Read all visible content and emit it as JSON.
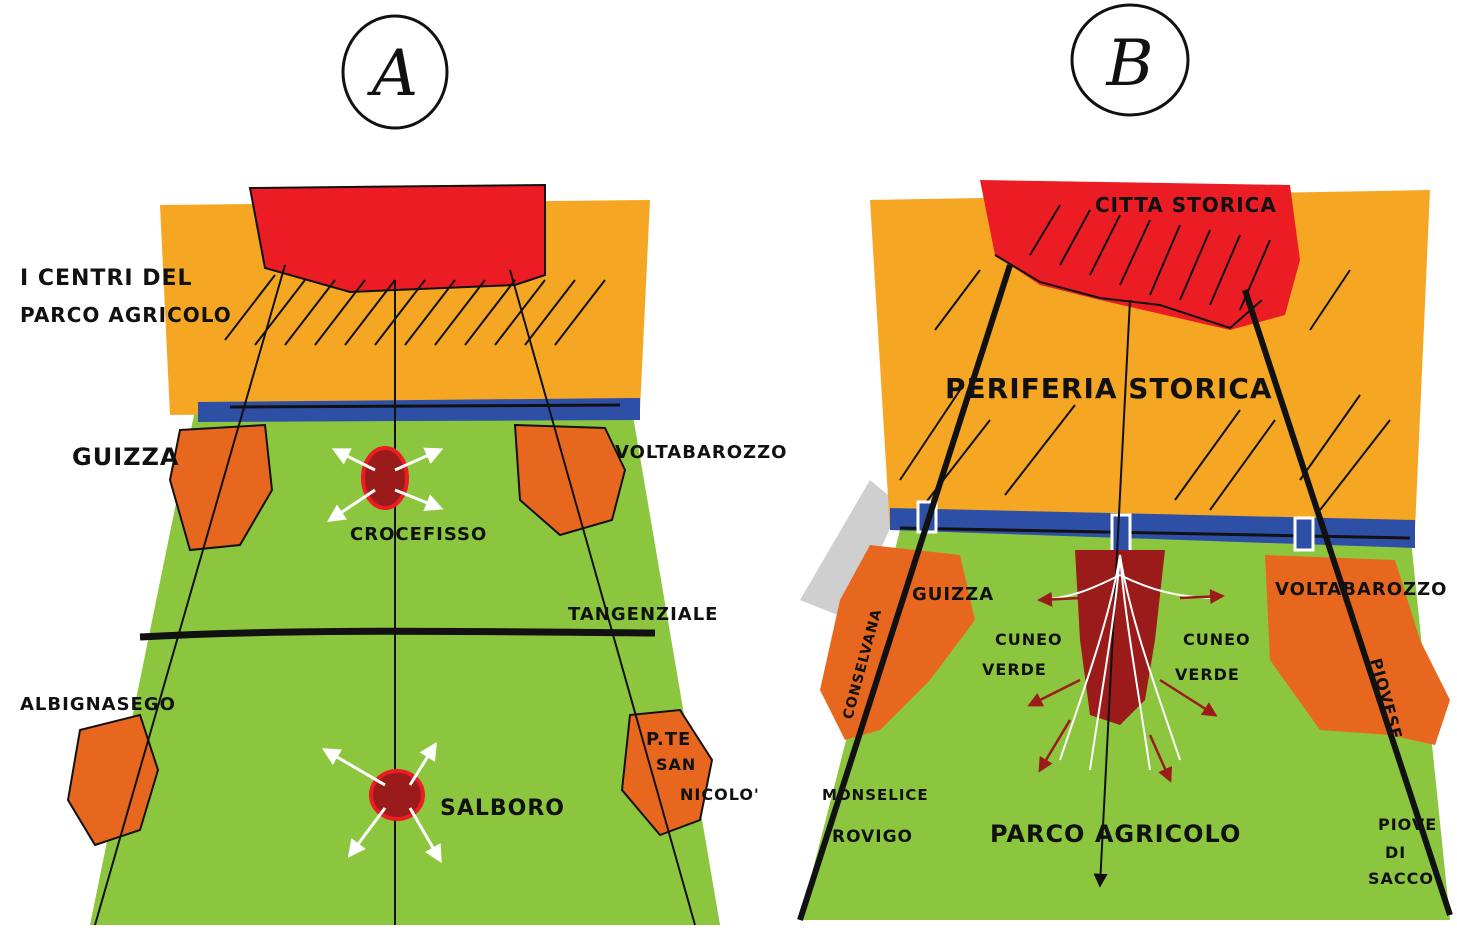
{
  "colors": {
    "historic_center": "#ec1c24",
    "periphery": "#f5a623",
    "ring_road": "#2e4fa6",
    "agricultural_park": "#8cc63f",
    "satellite_town": "#e8671e",
    "local_center": "#9b1b1b",
    "ink": "#111111"
  },
  "sketch_a": {
    "label": "A",
    "labels": {
      "centri": "I CENTRI DEL",
      "parco": "PARCO AGRICOLO",
      "guizza": "GUIZZA",
      "voltabarozzo": "VOLTABAROZZO",
      "crocefisso": "CROCEFISSO",
      "tangenziale": "TANGENZIALE",
      "albignasego": "ALBIGNASEGO",
      "pte": "P.TE",
      "san": "SAN",
      "nicolo": "NICOLO'",
      "salboro": "SALBORO"
    }
  },
  "sketch_b": {
    "label": "B",
    "labels": {
      "citta_storica": "CITTA STORICA",
      "periferia_storica": "PERIFERIA STORICA",
      "guizza": "GUIZZA",
      "voltabarozzo": "VOLTABAROZZO",
      "cuneo_verde_left_1": "CUNEO",
      "cuneo_verde_left_2": "VERDE",
      "cuneo_verde_right_1": "CUNEO",
      "cuneo_verde_right_2": "VERDE",
      "conselvana": "CONSELVANA",
      "piovese": "PIOVESE",
      "monselice": "MONSELICE",
      "rovigo": "ROVIGO",
      "parco_agricolo": "PARCO AGRICOLO",
      "piove": "PIOVE",
      "di": "DI",
      "sacco": "SACCO"
    }
  }
}
